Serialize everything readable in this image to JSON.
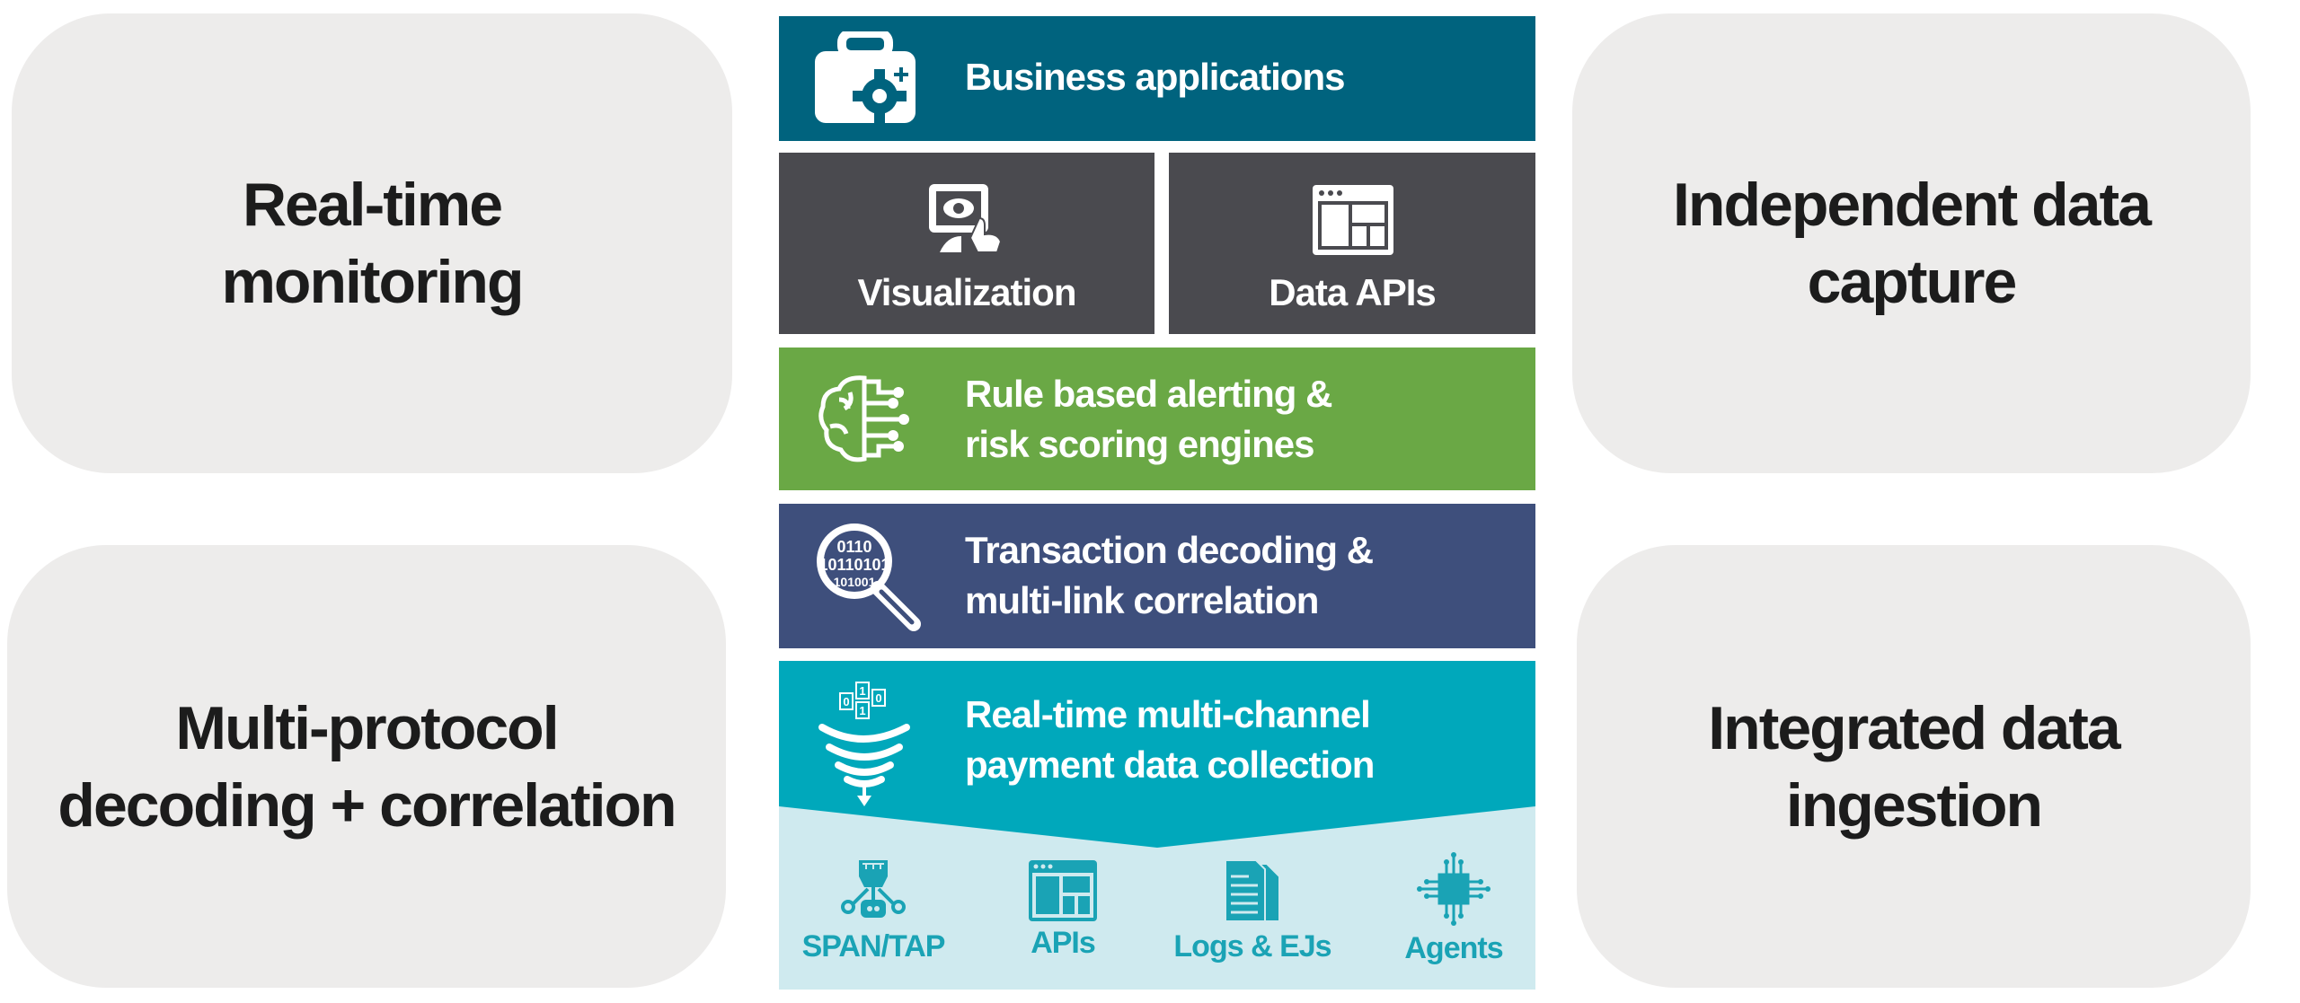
{
  "colors": {
    "card_bg": "#edeceb",
    "business": "#00637e",
    "dark_gray": "#4a4a4f",
    "green": "#6aa845",
    "indigo": "#3e4f7c",
    "teal": "#00a8bb",
    "light_teal": "#cfeaef",
    "source_text": "#1aa3b5"
  },
  "cards": {
    "top_left": "Real-time\nmonitoring",
    "bottom_left": "Multi-protocol\ndecoding + correlation",
    "top_right": "Independent data\ncapture",
    "bottom_right": "Integrated data\ningestion"
  },
  "stack": {
    "business": {
      "label": "Business applications",
      "icon": "briefcase-gear-icon"
    },
    "visualization": {
      "label": "Visualization",
      "icon": "monitor-eye-touch-icon"
    },
    "data_apis": {
      "label": "Data APIs",
      "icon": "browser-window-icon"
    },
    "alerting": {
      "label": "Rule based alerting &\nrisk scoring engines",
      "icon": "brain-circuit-icon"
    },
    "decoding": {
      "label": "Transaction decoding &\nmulti-link correlation",
      "icon": "magnifier-binary-icon"
    },
    "collection": {
      "label": "Real-time multi-channel\npayment data collection",
      "icon": "data-funnel-icon"
    }
  },
  "sources": [
    {
      "label": "SPAN/TAP",
      "icon": "network-tap-icon"
    },
    {
      "label": "APIs",
      "icon": "browser-window-icon"
    },
    {
      "label": "Logs & EJs",
      "icon": "documents-icon"
    },
    {
      "label": "Agents",
      "icon": "chip-icon"
    }
  ]
}
